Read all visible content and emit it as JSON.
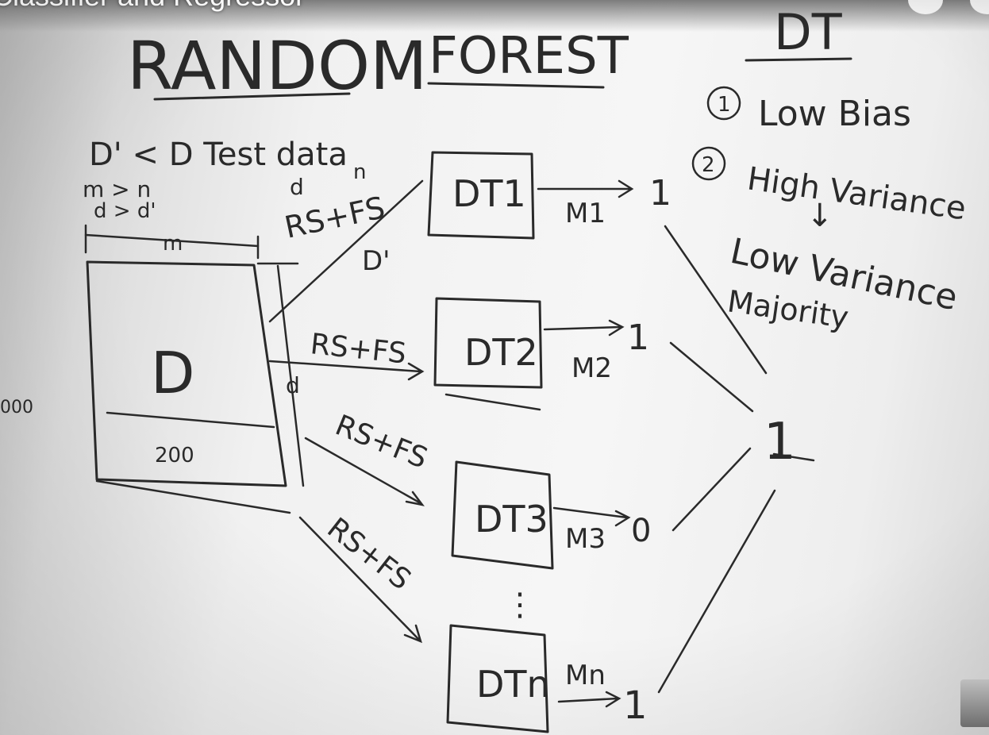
{
  "video_title": "Classifier and Regressor",
  "board": {
    "title_left": "RANDOM",
    "title_right": "FOREST",
    "dt_heading": "DT",
    "point1_num": "1",
    "point1_text": "Low Bias",
    "point2_num": "2",
    "point2_text": "High Variance",
    "down_arrow": "↓",
    "point3_text": "Low Variance",
    "majority": "Majority",
    "test_data": "D' < D Test data",
    "m_gt_n": "m > n",
    "d_gt_dprime": "d > d'",
    "m_label": "m",
    "d_label": "d",
    "d_small": "d",
    "n_label": "n",
    "dprime_label": "D'",
    "dataset_label": "D",
    "rows_200": "200",
    "left_edge_num": "000",
    "sample_1": "RS+FS",
    "sample_2": "RS+FS",
    "sample_3": "RS+FS",
    "sample_4": "RS+FS",
    "tree_1": "DT1",
    "tree_2": "DT2",
    "tree_3": "DT3",
    "tree_4": "DTn",
    "model_1": "M1",
    "model_2": "M2",
    "model_3": "M3",
    "model_4": "Mn",
    "out_1": "1",
    "out_2": "1",
    "out_3": "0",
    "out_4": "1",
    "final_out": "1",
    "ellipsis": "⋮"
  }
}
